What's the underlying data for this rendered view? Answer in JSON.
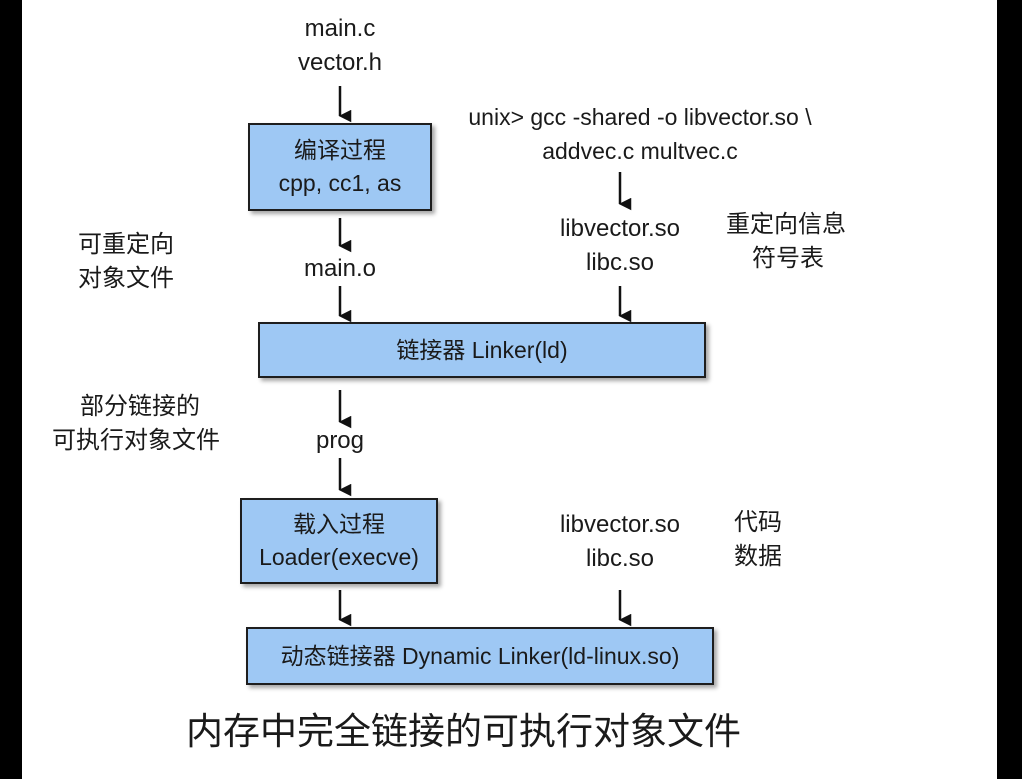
{
  "top_inputs": [
    "main.c",
    "vector.h"
  ],
  "compile_box": {
    "title": "编译过程",
    "subtitle": "cpp, cc1, as"
  },
  "shared_cmd": [
    "unix> gcc -shared -o libvector.so \\",
    "addvec.c multvec.c"
  ],
  "relocatable_label": [
    "可重定向",
    "对象文件"
  ],
  "main_o": "main.o",
  "shared_libs_top": [
    "libvector.so",
    "libc.so"
  ],
  "reloc_symbol_label": [
    "重定向信息",
    "符号表"
  ],
  "linker_box": {
    "title": "链接器 Linker(ld)"
  },
  "partial_label": [
    "部分链接的",
    "可执行对象文件"
  ],
  "prog": "prog",
  "loader_box": {
    "title": "载入过程",
    "subtitle": "Loader(execve)"
  },
  "shared_libs_bottom": [
    "libvector.so",
    "libc.so"
  ],
  "code_data_label": [
    "代码",
    "数据"
  ],
  "dynamic_linker_box": {
    "title": "动态链接器 Dynamic Linker(ld-linux.so)"
  },
  "caption": "内存中完全链接的可执行对象文件",
  "colors": {
    "box_fill": "#9ec8f4",
    "box_border": "#1e1e1e",
    "text": "#1a1a1a"
  }
}
